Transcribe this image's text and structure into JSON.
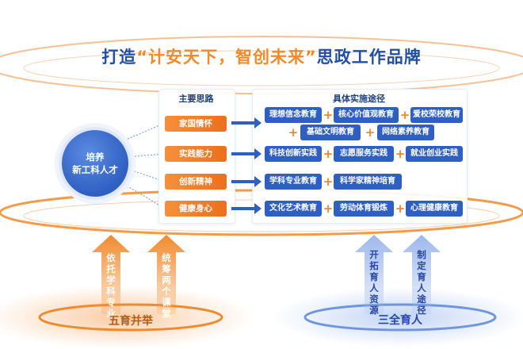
{
  "title": {
    "prefix": "打造",
    "quoted": "“计安天下，智创未来”",
    "suffix": "思政工作品牌"
  },
  "center": {
    "line1": "培养",
    "line2": "新工科人才"
  },
  "headers": {
    "main_ideas": "主要思路",
    "paths": "具体实施途径"
  },
  "ideas": [
    "家国情怀",
    "实践能力",
    "创新精神",
    "健康身心"
  ],
  "paths": {
    "row1a": [
      "理想信念教育",
      "核心价值观教育",
      "爱校荣校教育"
    ],
    "row1b": [
      "基础文明教育",
      "网络素养教育"
    ],
    "row2": [
      "科技创新实践",
      "志愿服务实践",
      "就业创业实践"
    ],
    "row3": [
      "学科专业教育",
      "科学家精神培育"
    ],
    "row4": [
      "文化艺术教育",
      "劳动体育锻炼",
      "心理健康教育"
    ]
  },
  "arrows_left": [
    "依托学科专业",
    "统筹两个课堂"
  ],
  "arrows_right": [
    "开拓育人资源",
    "制定育人途径"
  ],
  "bottom_left": "五育并举",
  "bottom_right": "三全育人",
  "colors": {
    "orange": "#f08a2c",
    "blue": "#2f5fc2",
    "title_blue": "#1f4fa6",
    "light_blue": "#b9cdf0"
  }
}
